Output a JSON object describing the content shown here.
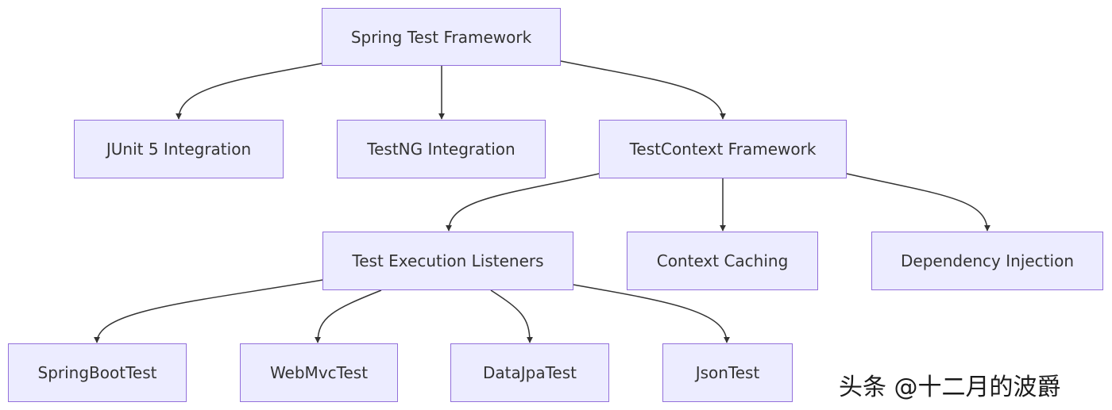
{
  "diagram": {
    "nodes": {
      "root": "Spring Test Framework",
      "junit": "JUnit 5 Integration",
      "testng": "TestNG Integration",
      "testcontext": "TestContext Framework",
      "listeners": "Test Execution Listeners",
      "caching": "Context Caching",
      "di": "Dependency Injection",
      "springboottest": "SpringBootTest",
      "webmvctest": "WebMvcTest",
      "datajpatest": "DataJpaTest",
      "jsontest": "JsonTest"
    },
    "edges": [
      [
        "root",
        "junit"
      ],
      [
        "root",
        "testng"
      ],
      [
        "root",
        "testcontext"
      ],
      [
        "testcontext",
        "listeners"
      ],
      [
        "testcontext",
        "caching"
      ],
      [
        "testcontext",
        "di"
      ],
      [
        "listeners",
        "springboottest"
      ],
      [
        "listeners",
        "webmvctest"
      ],
      [
        "listeners",
        "datajpatest"
      ],
      [
        "listeners",
        "jsontest"
      ]
    ],
    "colors": {
      "node_fill": "#ECECFF",
      "node_border": "#9370DB",
      "edge": "#333333",
      "text": "#333333"
    }
  },
  "watermark": {
    "text": "头条 @十二月的波爵"
  }
}
